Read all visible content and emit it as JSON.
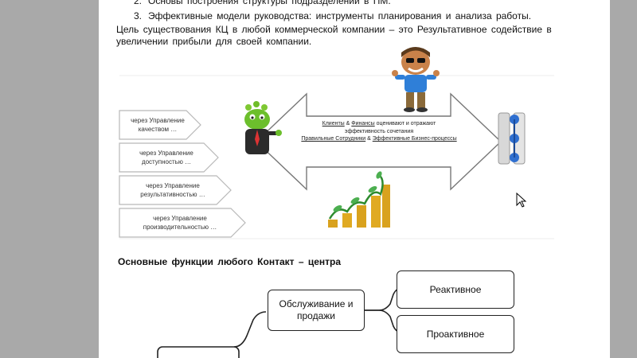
{
  "document": {
    "list_items": [
      {
        "number": "2.",
        "text": "Основы построения структуры подразделений в ПМ."
      },
      {
        "number": "3.",
        "text": "Эффективные модели руководства: инструменты планирования и анализа работы."
      }
    ],
    "paragraph": "Цель существования КЦ в любой коммерческой компании – это Результативное содействие в увеличении прибыли для своей компании.",
    "figure": {
      "steps": [
        {
          "line1": "через Управление",
          "line2": "качеством …"
        },
        {
          "line1": "через Управление",
          "line2": "доступностью …"
        },
        {
          "line1": "через Управление",
          "line2": "результативностью …"
        },
        {
          "line1": "через Управление",
          "line2": "производительностью …"
        }
      ],
      "arrow_text": {
        "clients": "Клиенты",
        "amp1": " & ",
        "finance": "Финансы",
        "rest1": " оценивают и отражают",
        "line2": "эффективность сочетания",
        "staff": "Правильные Сотрудники",
        "amp2": "  & ",
        "processes": "Эффективные Бизнес-процессы"
      }
    },
    "heading": "Основные функции любого Контакт – центра",
    "org_chart": {
      "center": {
        "line1": "Обслуживание и",
        "line2": "продажи"
      },
      "reactive": "Реактивное",
      "proactive": "Проактивное"
    }
  },
  "colors": {
    "background": "#a9a9a9",
    "page": "#ffffff",
    "step_border": "#b8b8b8",
    "arrow_outline": "#777777"
  }
}
